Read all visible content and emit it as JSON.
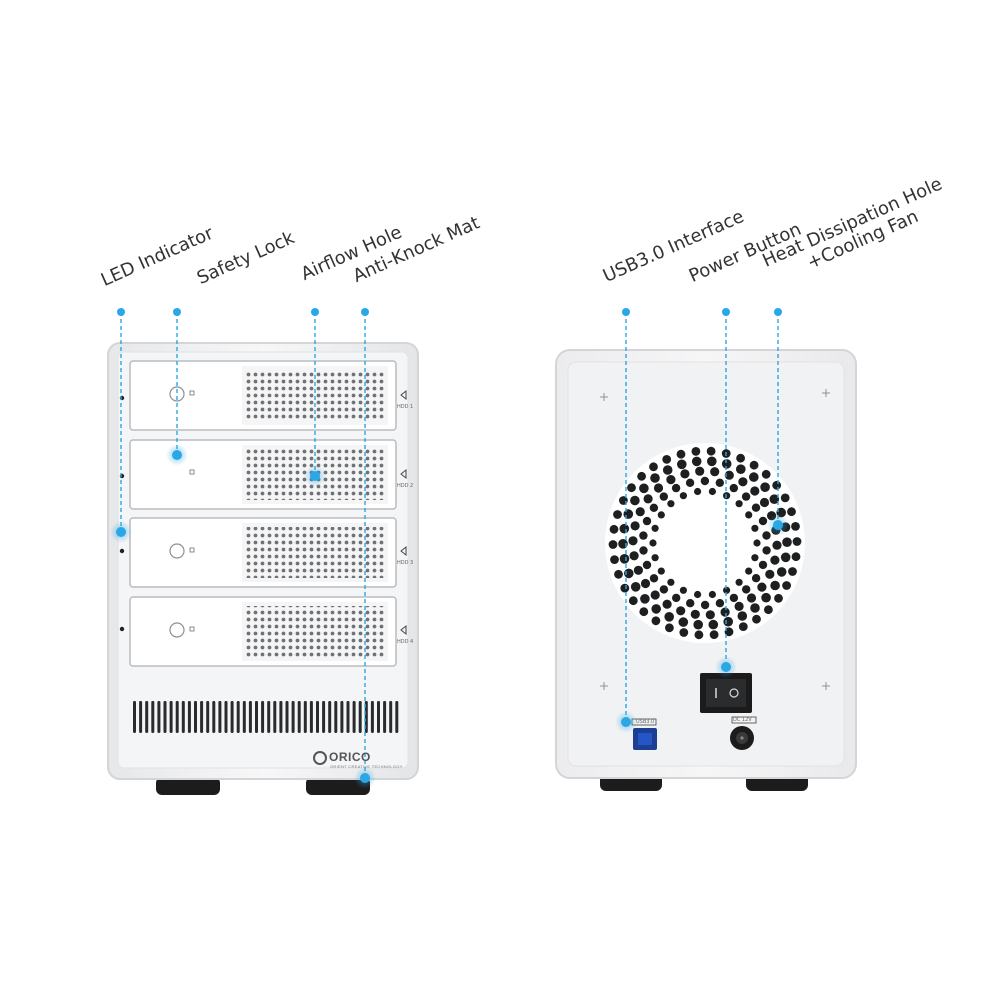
{
  "callouts": {
    "led_indicator": "LED Indicator",
    "safety_lock": "Safety Lock",
    "airflow_hole": "Airflow Hole",
    "anti_knock_mat": "Anti-Knock Mat",
    "usb_interface": "USB3.0 Interface",
    "power_button": "Power Button",
    "heat_dissipation_line1": "Heat Dissipation Hole",
    "heat_dissipation_line2": "+Cooling Fan"
  },
  "front_panel": {
    "brand": "ORICO",
    "brand_tagline": "ORIENT CREATIVE TECHNOLOGY",
    "bays": [
      "HDD 1",
      "HDD 2",
      "HDD 3",
      "HDD 4"
    ]
  },
  "rear_panel": {
    "usb_port_label": "USB3.0",
    "dc_label": "DC 12V"
  },
  "colors": {
    "accent": "#2aa7e6",
    "enclosure": "#f2f3f4",
    "enclosure_edge": "#d6d8da",
    "feet": "#1c1c1c",
    "text": "#333333"
  }
}
